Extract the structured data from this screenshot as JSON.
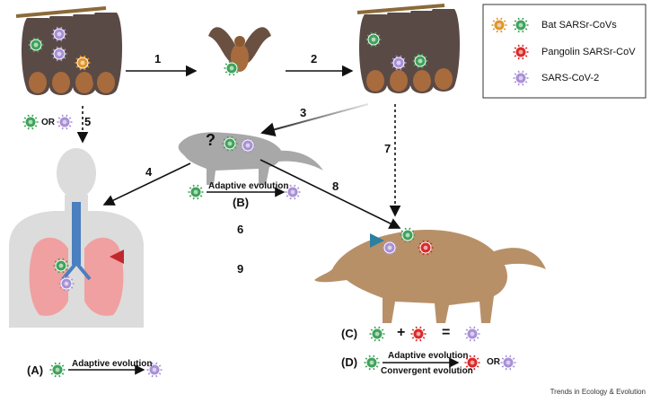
{
  "legend": {
    "bat": "Bat SARSr-CoVs",
    "pangolin": "Pangolin SARSr-CoV",
    "sarscov2": "SARS-CoV-2"
  },
  "steps": {
    "s1": "1",
    "s2": "2",
    "s3": "3",
    "s4": "4",
    "s5": "5",
    "s6": "6",
    "s7": "7",
    "s8": "8",
    "s9": "9"
  },
  "or_text": "OR",
  "question": "?",
  "civet": {
    "title": "Adaptive evolution",
    "tag": "(B)"
  },
  "scenario_a": {
    "tag": "(A)",
    "text": "Adaptive evolution"
  },
  "scenario_c": {
    "tag": "(C)",
    "plus": "+",
    "equals": "="
  },
  "scenario_d": {
    "tag": "(D)",
    "text1": "Adaptive evolution",
    "text2": "Convergent  evolution",
    "or": "OR"
  },
  "credit": "Trends in Ecology & Evolution",
  "colors": {
    "bat_virus_1": "#e0952c",
    "bat_virus_2": "#3fa35a",
    "pangolin_virus": "#d92a2a",
    "sarscov2": "#a890d6",
    "arrow_blue": "#2d7fa0",
    "arrow_red": "#c0282d",
    "bat_body": "#5a4a45",
    "bat_face": "#a86b3d",
    "pangolin": "#b89068",
    "civet": "#a8a8a8",
    "human": "#dcdcdc"
  }
}
